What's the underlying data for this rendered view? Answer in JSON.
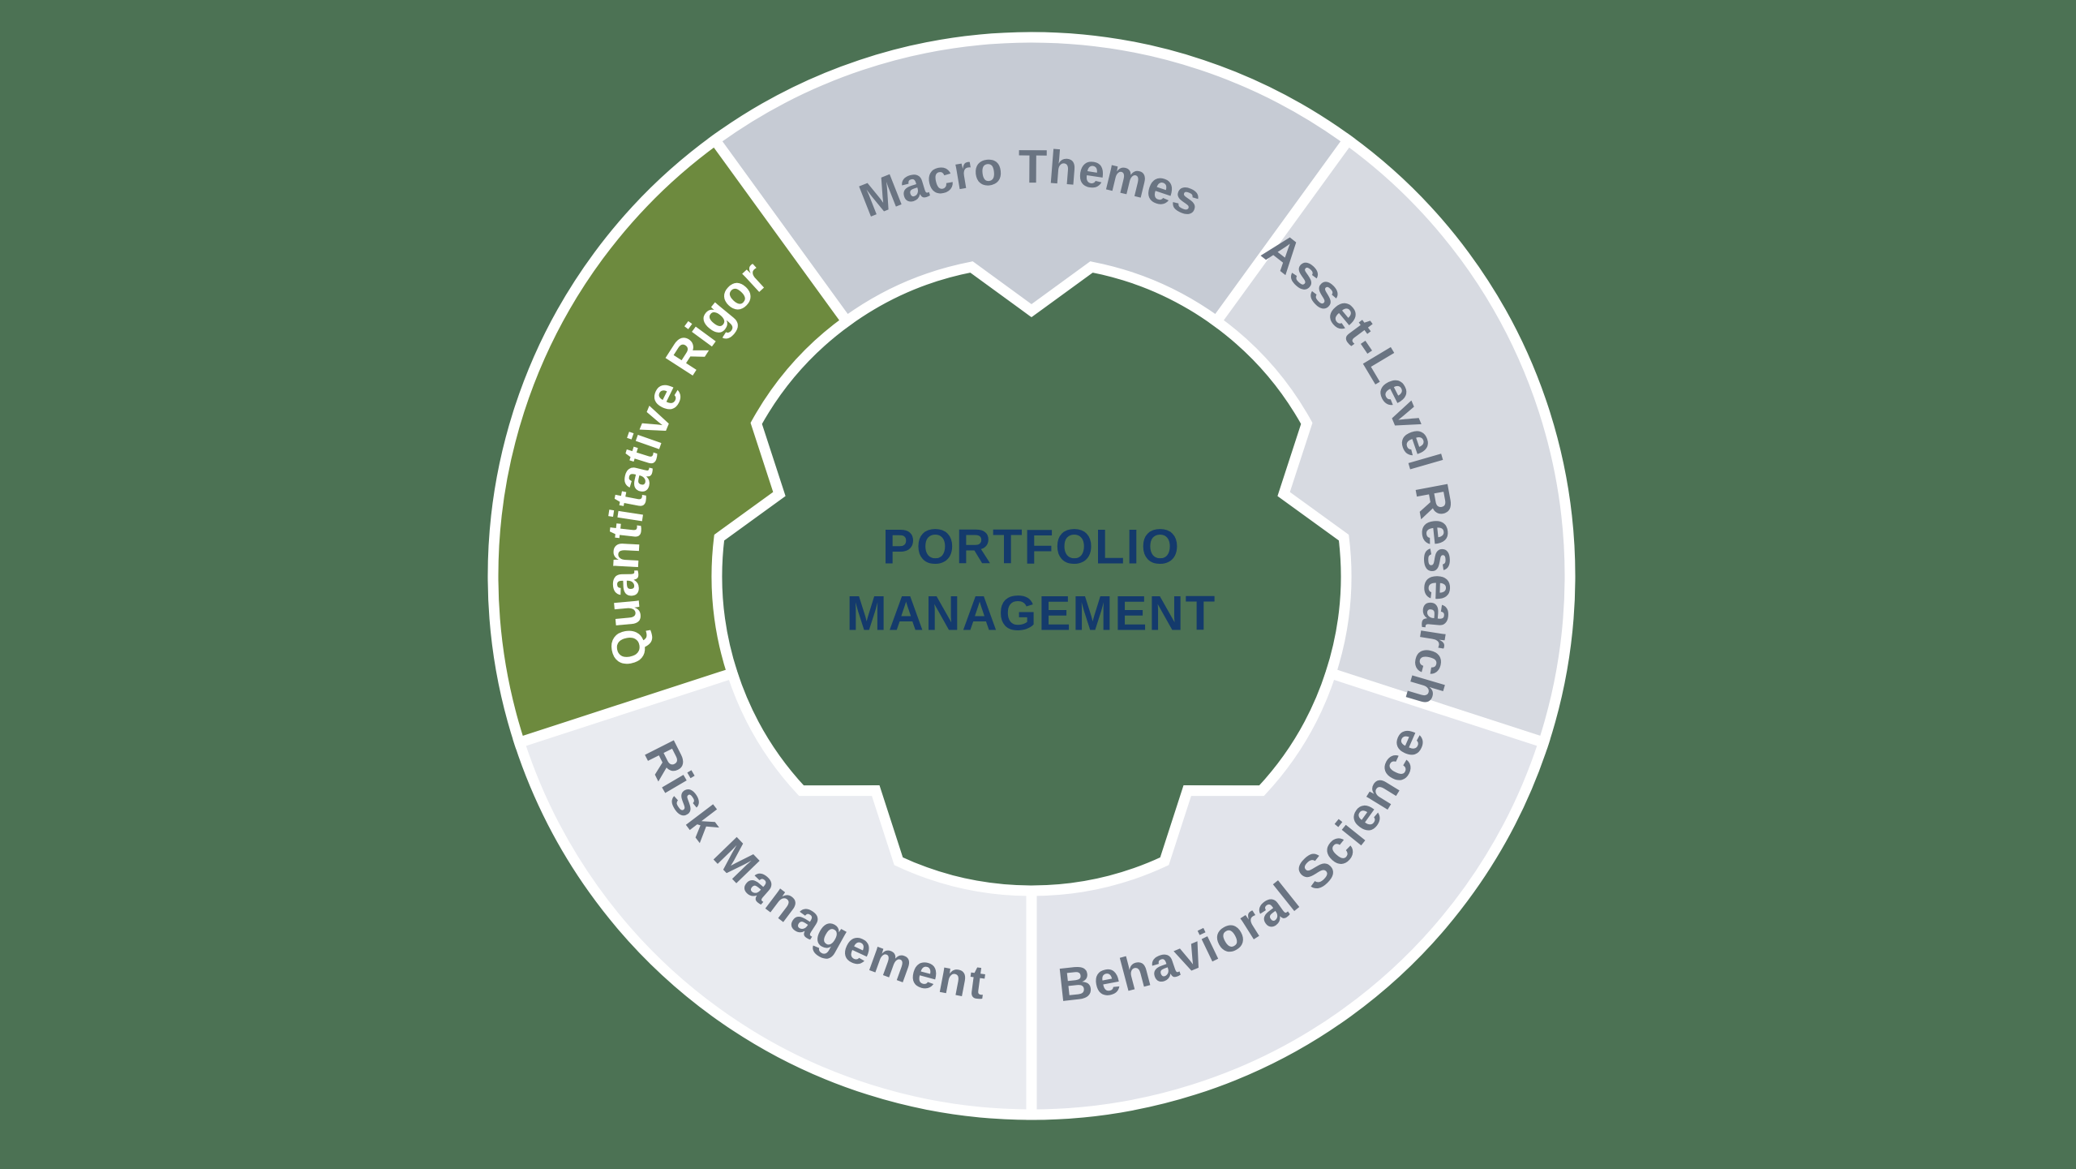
{
  "title": "Portfolio Management Process Wheel",
  "colors": {
    "background": "#4C7254",
    "divider_white": "#FFFFFF"
  },
  "center": {
    "line1": "PORTFOLIO",
    "line2": "MANAGEMENT",
    "color": "#143A6C"
  },
  "segments": [
    {
      "label": "Macro Themes",
      "fill": "#C6CBD4",
      "text_color": "#6A7482",
      "center_angle": 0,
      "text_reversed": false
    },
    {
      "label": "Asset-Level Research",
      "fill": "#D7DAE1",
      "text_color": "#6A7482",
      "center_angle": 72,
      "text_reversed": false
    },
    {
      "label": "Behavioral Science",
      "fill": "#E2E4EB",
      "text_color": "#6A7482",
      "center_angle": 144,
      "text_reversed": true
    },
    {
      "label": "Risk Management",
      "fill": "#E9EBF0",
      "text_color": "#6A7482",
      "center_angle": 216,
      "text_reversed": true
    },
    {
      "label": "Quantitative Rigor",
      "fill": "#6D8A3E",
      "text_color": "#FFFFFF",
      "center_angle": 288,
      "text_reversed": false
    }
  ]
}
